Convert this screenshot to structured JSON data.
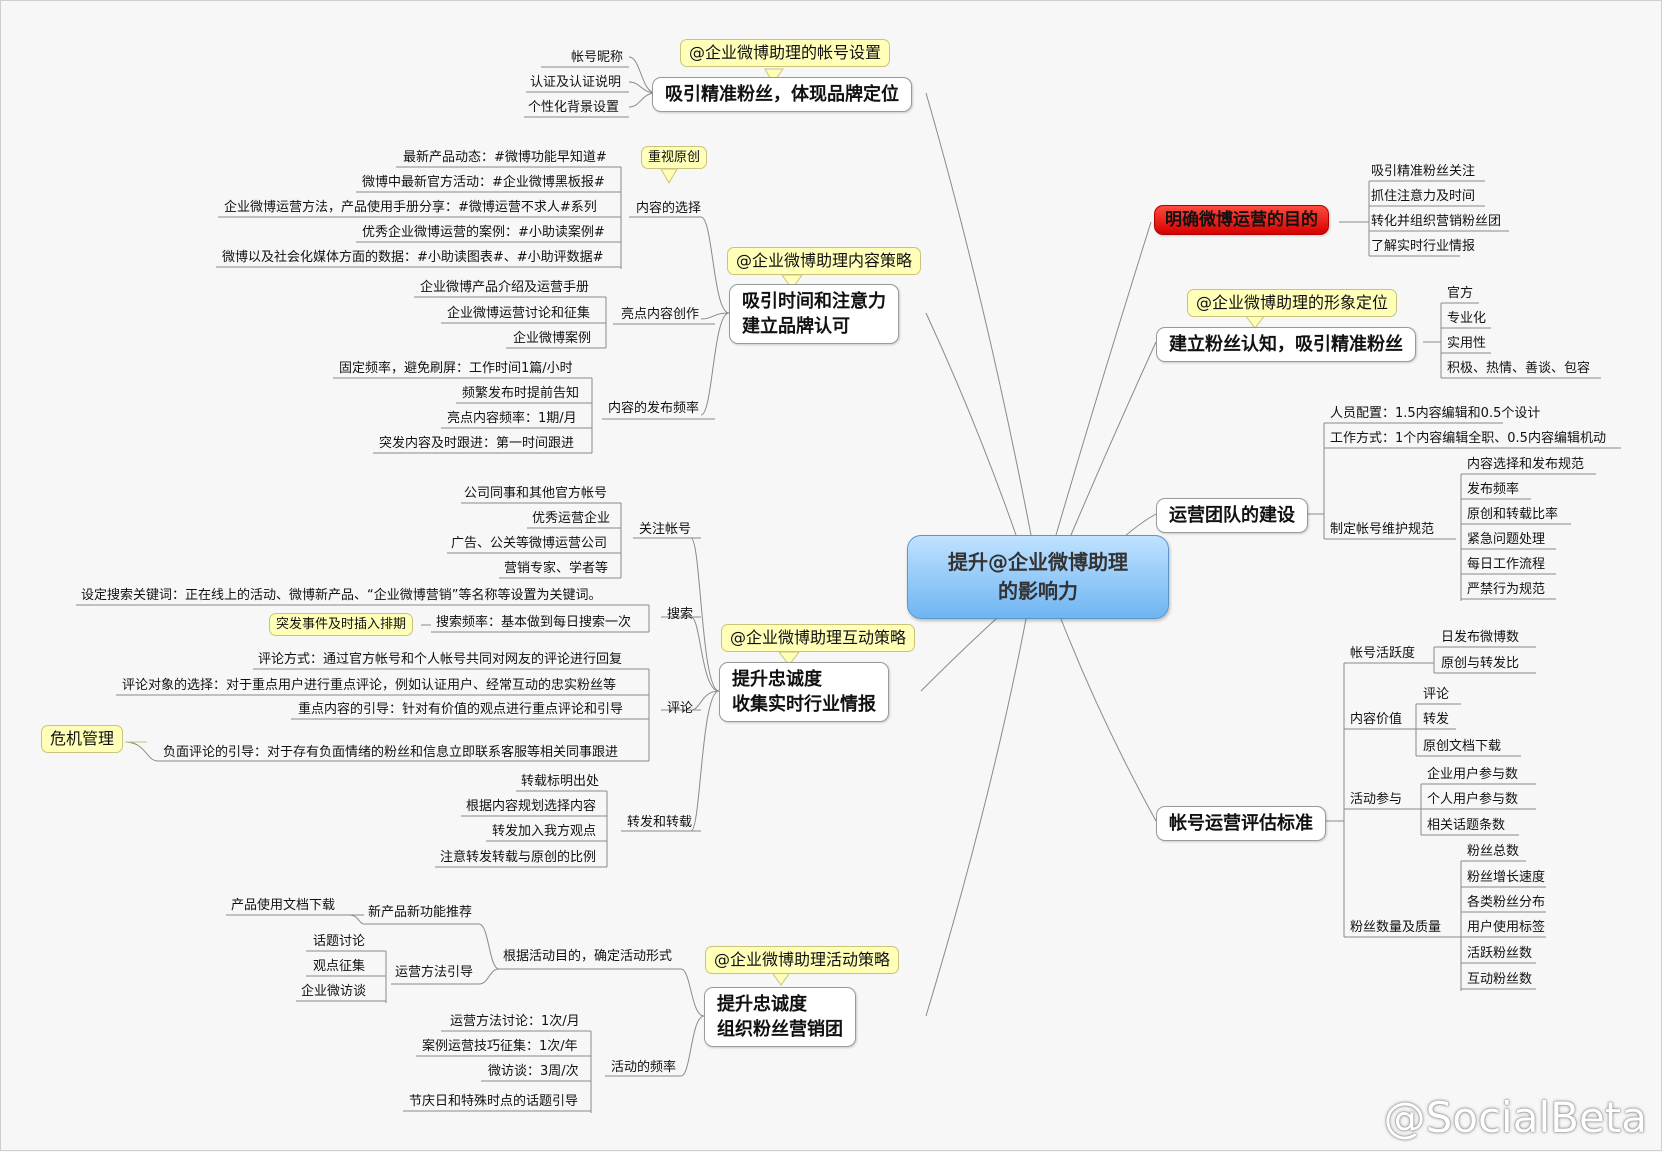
{
  "center": {
    "line1": "提升@企业微博助理",
    "line2": "的影响力"
  },
  "b1": {
    "callout": "@企业微博助理的帐号设置",
    "title": "吸引精准粉丝，体现品牌定位",
    "leaves": [
      "帐号昵称",
      "认证及认证说明",
      "个性化背景设置"
    ]
  },
  "b2": {
    "callout": "@企业微博助理内容策略",
    "title1": "吸引时间和注意力",
    "title2": "建立品牌认可",
    "small_callout": "重视原创",
    "groups": [
      {
        "label": "内容的选择",
        "leaves": [
          "最新产品动态：#微博功能早知道#",
          "微博中最新官方活动：#企业微博黑板报#",
          "企业微博运营方法，产品使用手册分享：#微博运营不求人#系列",
          "优秀企业微博运营的案例：#小助读案例#",
          "微博以及社会化媒体方面的数据：#小助读图表#、#小助评数据#"
        ]
      },
      {
        "label": "亮点内容创作",
        "leaves": [
          "企业微博产品介绍及运营手册",
          "企业微博运营讨论和征集",
          "企业微博案例"
        ]
      },
      {
        "label": "内容的发布频率",
        "leaves": [
          "固定频率，避免刷屏：工作时间1篇/小时",
          "频繁发布时提前告知",
          "亮点内容频率：1期/月",
          "突发内容及时跟进：第一时间跟进"
        ]
      }
    ]
  },
  "b3": {
    "callout": "@企业微博助理互动策略",
    "title1": "提升忠诚度",
    "title2": "收集实时行业情报",
    "side_callout": "突发事件及时插入排期",
    "crisis": "危机管理",
    "groups": [
      {
        "label": "关注帐号",
        "leaves": [
          "公司同事和其他官方帐号",
          "优秀运营企业",
          "广告、公关等微博运营公司",
          "营销专家、学者等"
        ]
      },
      {
        "label": "搜索",
        "leaves": [
          "设定搜索关键词：正在线上的活动、微博新产品、“企业微博营销”等名称等设置为关键词。",
          "搜索频率：基本做到每日搜索一次"
        ]
      },
      {
        "label": "评论",
        "leaves": [
          "评论方式：通过官方帐号和个人帐号共同对网友的评论进行回复",
          "评论对象的选择：对于重点用户进行重点评论，例如认证用户、经常互动的忠实粉丝等",
          "重点内容的引导：针对有价值的观点进行重点评论和引导",
          "负面评论的引导：对于存有负面情绪的粉丝和信息立即联系客服等相关同事跟进"
        ]
      },
      {
        "label": "转发和转载",
        "leaves": [
          "转载标明出处",
          "根据内容规划选择内容",
          "转发加入我方观点",
          "注意转发转载与原创的比例"
        ]
      }
    ]
  },
  "b4": {
    "callout": "@企业微博助理活动策略",
    "title1": "提升忠诚度",
    "title2": "组织粉丝营销团",
    "group_a": {
      "label": "根据活动目的，确定活动形式",
      "sub1": {
        "label": "新产品新功能推荐",
        "leaves": [
          "产品使用文档下载"
        ]
      },
      "sub2": {
        "label": "运营方法引导",
        "leaves": [
          "话题讨论",
          "观点征集",
          "企业微访谈"
        ]
      }
    },
    "group_b": {
      "label": "活动的频率",
      "leaves": [
        "运营方法讨论：1次/月",
        "案例运营技巧征集：1次/年",
        "微访谈：3周/次",
        "节庆日和特殊时点的话题引导"
      ]
    }
  },
  "r1": {
    "title": "明确微博运营的目的",
    "leaves": [
      "吸引精准粉丝关注",
      "抓住注意力及时间",
      "转化并组织营销粉丝团",
      "了解实时行业情报"
    ]
  },
  "r2": {
    "callout": "@企业微博助理的形象定位",
    "title": "建立粉丝认知，吸引精准粉丝",
    "leaves": [
      "官方",
      "专业化",
      "实用性",
      "积极、热情、善谈、包容"
    ]
  },
  "r3": {
    "title": "运营团队的建设",
    "g1": "人员配置：1.5内容编辑和0.5个设计",
    "g2": "工作方式：1个内容编辑全职、0.5内容编辑机动",
    "g3": {
      "label": "制定帐号维护规范",
      "leaves": [
        "内容选择和发布规范",
        "发布频率",
        "原创和转载比率",
        "紧急问题处理",
        "每日工作流程",
        "严禁行为规范"
      ]
    }
  },
  "r4": {
    "title": "帐号运营评估标准",
    "groups": [
      {
        "label": "帐号活跃度",
        "leaves": [
          "日发布微博数",
          "原创与转发比"
        ]
      },
      {
        "label": "内容价值",
        "leaves": [
          "评论",
          "转发",
          "原创文档下载"
        ]
      },
      {
        "label": "活动参与",
        "leaves": [
          "企业用户参与数",
          "个人用户参与数",
          "相关话题条数"
        ]
      },
      {
        "label": "粉丝数量及质量",
        "leaves": [
          "粉丝总数",
          "粉丝增长速度",
          "各类粉丝分布",
          "用户使用标签",
          "活跃粉丝数",
          "互动粉丝数"
        ]
      }
    ]
  },
  "watermark": "@SocialBeta",
  "colors": {
    "center_fill": "#8fc6f5",
    "red_node": "#e00000",
    "callout": "#ffffb8",
    "line": "#8a8a8a"
  }
}
